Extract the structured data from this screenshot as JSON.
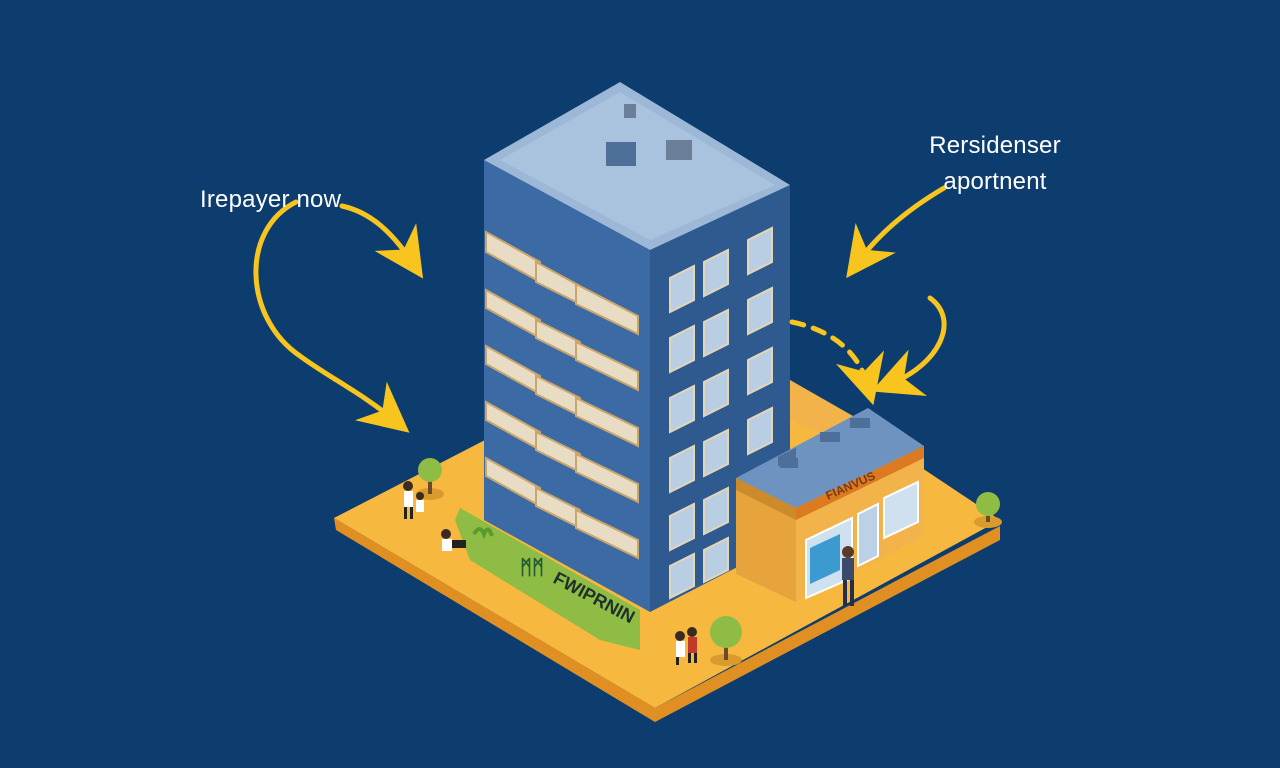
{
  "callouts": {
    "left": "Irepayer now",
    "right_line1": "Rersidenser",
    "right_line2": "aportnent"
  },
  "signs": {
    "shop_sign": "FIANVUS",
    "ground_sign": "FWIPRNIN"
  },
  "colors": {
    "background": "#0c3d6e",
    "platform": "#f6b83f",
    "platform_edge": "#e79b2c",
    "tower_front": "#3b6aa5",
    "tower_side": "#335f97",
    "roof": "#9cb8d6",
    "arrow": "#f7c51e",
    "shop_roof": "#6f93c0",
    "shop_front": "#f2b44a",
    "grass": "#8fbc45"
  },
  "icons": [
    "arrow-curved-icon",
    "arrow-dashed-icon",
    "tree-icon",
    "person-icon"
  ]
}
